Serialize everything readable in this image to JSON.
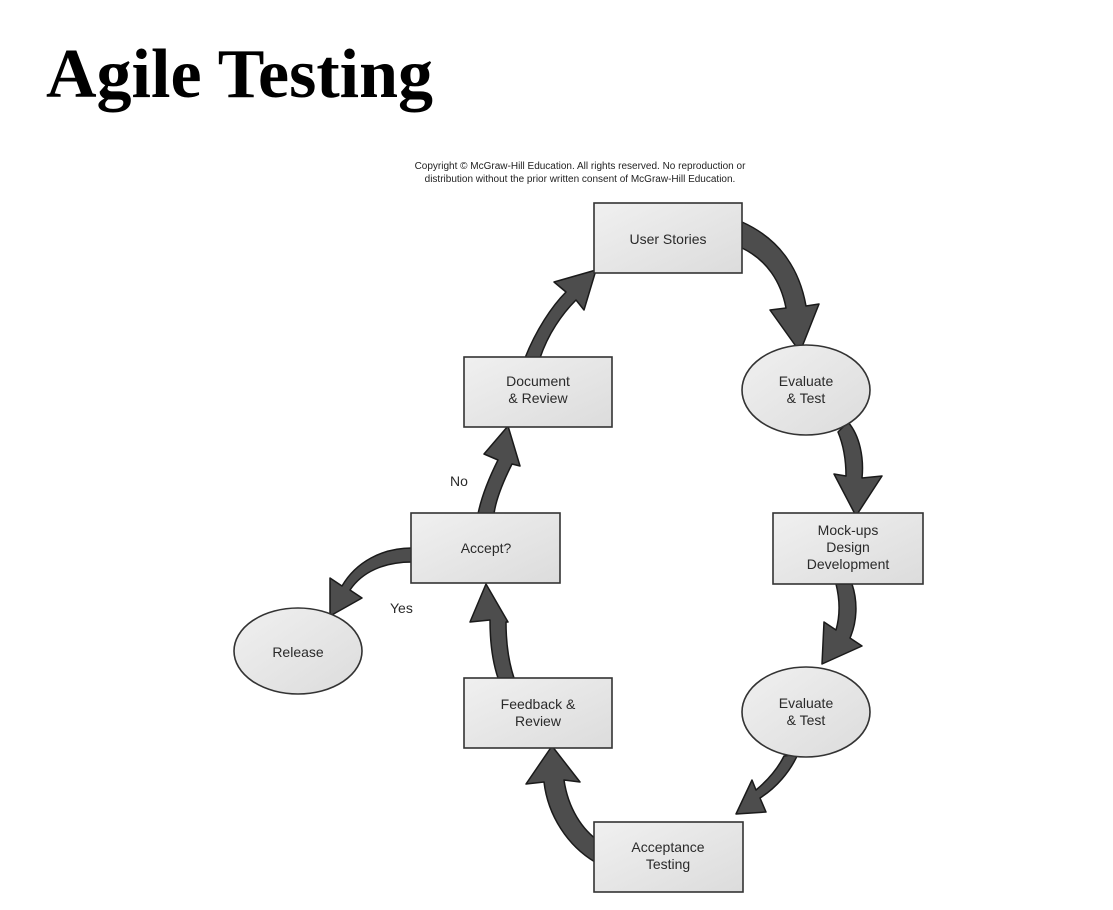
{
  "title": "Agile Testing",
  "copyright": {
    "line1": "Copyright © McGraw-Hill Education. All rights reserved. No reproduction or",
    "line2": "distribution without the prior written consent of McGraw-Hill Education."
  },
  "nodes": {
    "user_stories": {
      "lines": [
        "User Stories"
      ]
    },
    "evaluate_test_1": {
      "lines": [
        "Evaluate",
        "& Test"
      ]
    },
    "mockups": {
      "lines": [
        "Mock-ups",
        "Design",
        "Development"
      ]
    },
    "evaluate_test_2": {
      "lines": [
        "Evaluate",
        "& Test"
      ]
    },
    "acceptance_testing": {
      "lines": [
        "Acceptance",
        "Testing"
      ]
    },
    "feedback_review": {
      "lines": [
        "Feedback &",
        "Review"
      ]
    },
    "accept": {
      "lines": [
        "Accept?"
      ]
    },
    "document_review": {
      "lines": [
        "Document",
        "& Review"
      ]
    },
    "release": {
      "lines": [
        "Release"
      ]
    }
  },
  "edge_labels": {
    "no": "No",
    "yes": "Yes"
  },
  "colors": {
    "box_fill": "#e8e8e8",
    "box_stroke": "#333333",
    "arrow_fill": "#4d4d4d"
  }
}
